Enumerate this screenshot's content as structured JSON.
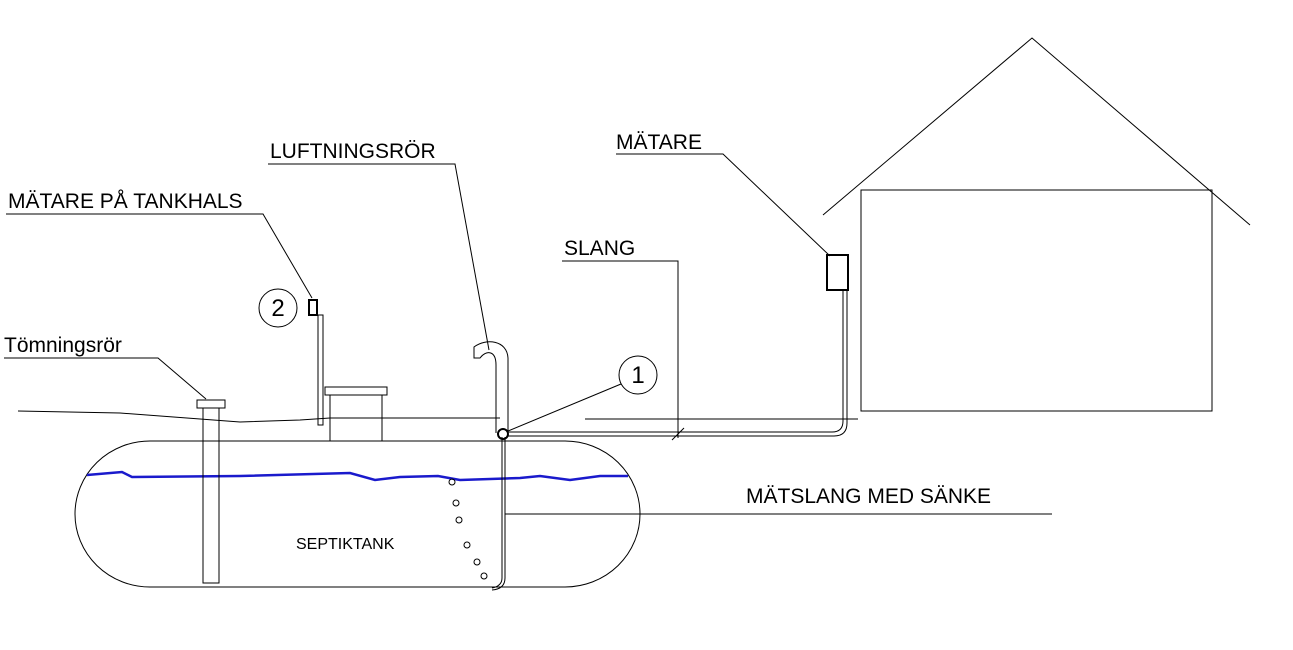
{
  "colors": {
    "line": "#000000",
    "liquid": "#1a1acc",
    "background": "#ffffff"
  },
  "labels": {
    "luftningsror": "LUFTNINGSRÖR",
    "matare_tankhals": "MÄTARE PÅ TANKHALS",
    "tomningsror": "Tömningsrör",
    "matare": "MÄTARE",
    "slang": "SLANG",
    "matslang": "MÄTSLANG MED SÄNKE",
    "septiktank": "SEPTIKTANK"
  },
  "markers": {
    "one": "1",
    "two": "2"
  }
}
